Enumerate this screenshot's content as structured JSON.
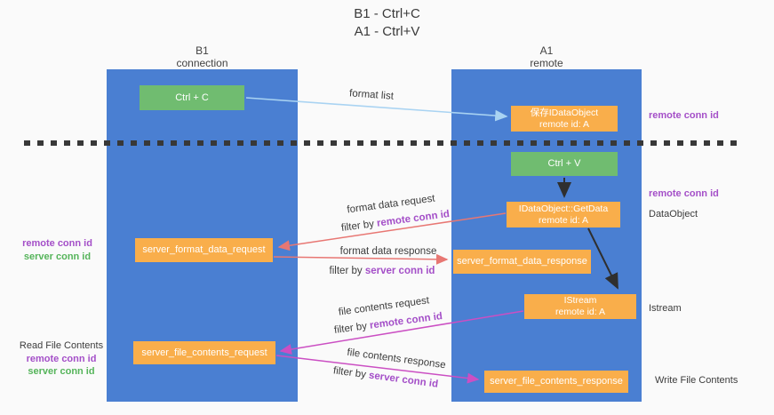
{
  "title": {
    "line1": "B1 - Ctrl+C",
    "line2": "A1 - Ctrl+V"
  },
  "lanes": {
    "b1": {
      "name": "B1",
      "subtitle": "connection"
    },
    "a1": {
      "name": "A1",
      "subtitle": "remote"
    }
  },
  "nodes": {
    "ctrl_c": {
      "label": "Ctrl + C"
    },
    "save_idataobject": {
      "line1": "保存IDataObject",
      "line2": "remote id: A"
    },
    "ctrl_v": {
      "label": "Ctrl + V"
    },
    "getdata": {
      "line1": "IDataObject::GetData",
      "line2": "remote id: A"
    },
    "server_format_data_request": {
      "label": "server_format_data_request"
    },
    "server_format_data_response": {
      "label": "server_format_data_response"
    },
    "istream": {
      "line1": "IStream",
      "line2": "remote id: A"
    },
    "server_file_contents_request": {
      "label": "server_file_contents_request"
    },
    "server_file_contents_response": {
      "label": "server_file_contents_response"
    }
  },
  "flow_labels": {
    "format_list": "format list",
    "format_data_request": "format data request",
    "format_data_response": "format data response",
    "file_contents_request": "file contents request",
    "file_contents_response": "file contents response",
    "filter_by": "filter by",
    "remote_conn_id": "remote conn id",
    "server_conn_id": "server conn id"
  },
  "left_labels": {
    "remote_conn_id": "remote conn id",
    "server_conn_id": "server conn id",
    "read_file_contents": "Read File Contents",
    "remote_conn_id_2": "remote conn id",
    "server_conn_id_2": "server conn id"
  },
  "right_labels": {
    "remote_conn_id_top": "remote conn id",
    "remote_conn_id_mid": "remote conn id",
    "dataobject": "DataObject",
    "istream": "Istream",
    "write_file_contents": "Write File Contents"
  },
  "colors": {
    "lane_blue": "#4a7fd2",
    "node_orange": "#f9ae4b",
    "node_green": "#70bc70",
    "arrow_light_blue": "#a9d3f2",
    "arrow_red": "#e87773",
    "arrow_magenta": "#cb4fc3",
    "arrow_black": "#2f2f2f",
    "divider_black": "#383838",
    "text_purple": "#a44fc8",
    "text_green": "#55b45a"
  }
}
